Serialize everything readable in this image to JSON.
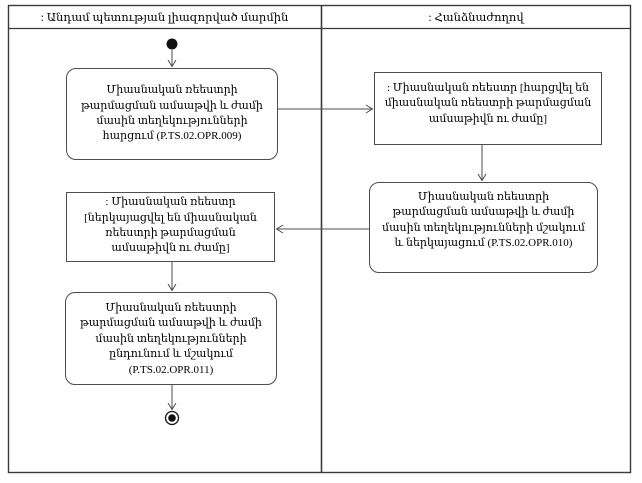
{
  "diagram": {
    "type": "uml-activity-swimlane",
    "colors": {
      "background": "#ffffff",
      "line": "#4d4d4d",
      "frame": "#3a3a3a",
      "text": "#000000",
      "node_fill": "#111111"
    },
    "lanes": [
      {
        "label": ": Անդամ պետության լիազորված մարմին"
      },
      {
        "label": ": Հանձնաժողով"
      }
    ],
    "nodes": [
      {
        "id": "opr009",
        "type": "action",
        "lane": 0,
        "label": "Միասնական ռեեստրի թարմացման ամսաթվի և ժամի մասին տեղեկությունների հարցում (P.TS.02.OPR.009)"
      },
      {
        "id": "register-requested",
        "type": "object",
        "lane": 1,
        "label": ": Միասնական ռեեստր [հարցվել են միասնական ռեեստրի թարմացման ամսաթիվն ու ժամը]"
      },
      {
        "id": "opr010",
        "type": "action",
        "lane": 1,
        "label": "Միասնական ռեեստրի թարմացման ամսաթվի և ժամի մասին տեղեկությունների մշակում և ներկայացում (P.TS.02.OPR.010)"
      },
      {
        "id": "register-presented",
        "type": "object",
        "lane": 0,
        "label": ": Միասնական ռեեստր [ներկայացվել են միասնական ռեեստրի թարմացման ամսաթիվն ու ժամը]"
      },
      {
        "id": "opr011",
        "type": "action",
        "lane": 0,
        "label": "Միասնական ռեեստրի թարմացման ամսաթվի և ժամի մասին տեղեկությունների ընդունում և մշակում (P.TS.02.OPR.011)"
      }
    ],
    "flow": [
      "start -> opr009",
      "opr009 -> register-requested",
      "register-requested -> opr010",
      "opr010 -> register-presented",
      "register-presented -> opr011",
      "opr011 -> end"
    ]
  }
}
